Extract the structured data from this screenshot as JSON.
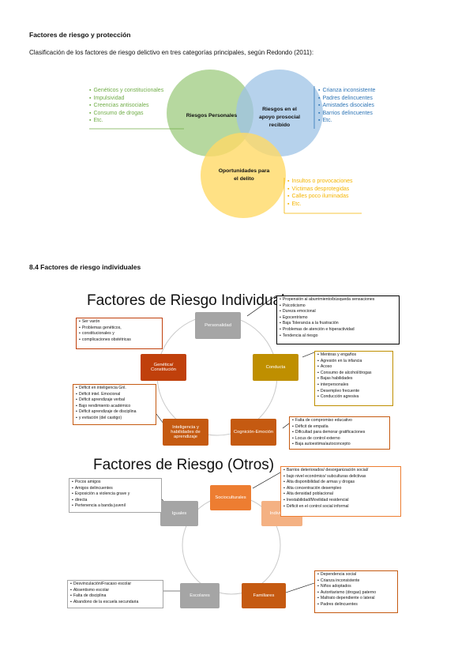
{
  "section1": {
    "heading": "Factores de riesgo y protección",
    "intro": "Clasificación de los factores de riesgo delictivo en tres categorías principales, según Redondo (2011):"
  },
  "venn": {
    "circles": [
      {
        "label": "Riesgos Personales",
        "color": "#a9d18e",
        "items": [
          "Genéticos y constitucionales",
          "Impulsividad",
          "Creencias antisociales",
          "Consumo de drogas",
          "Etc."
        ],
        "text_color": "#70ad47"
      },
      {
        "label": "Riesgos en el apoyo prosocial recibido",
        "color": "#9dc3e6",
        "items": [
          "Crianza inconsistente",
          "Padres delincuentes",
          "Amistades disociales",
          "Barrios delincuentes",
          "Etc."
        ],
        "text_color": "#2e75b6"
      },
      {
        "label": "Oportunidades para el delito",
        "color": "#ffd966",
        "items": [
          "Insultos o provocaciones",
          "Víctimas desprotegidas",
          "Calles poco iluminadas",
          "Etc."
        ],
        "text_color": "#f4b400"
      }
    ]
  },
  "section2": {
    "heading": "8.4 Factores de riesgo individuales"
  },
  "diagram1": {
    "title": "Factores de Riesgo Individuales",
    "nodes": {
      "personalidad": {
        "label": "Personalidad",
        "color": "#a5a5a5"
      },
      "conducta": {
        "label": "Conducta",
        "color": "#bf8f00"
      },
      "cognicion": {
        "label": "Cognición-Emoción",
        "color": "#c55a11"
      },
      "inteligencia": {
        "label": "Inteligencia y habilidades de aprendizaje",
        "color": "#c55a11"
      },
      "genetica": {
        "label": "Genética/ Constitución",
        "color": "#c0400b"
      }
    },
    "boxes": {
      "personalidad": [
        "Propensión al aburrimiento/búsqueda sensaciones",
        "Psicoticismo",
        "Dureza emocional",
        "Egocentrismo",
        "Baja Tolerancia a la frustración",
        "Problemas de atención e hiperactividad",
        "Tendencia al riesgo"
      ],
      "conducta": [
        "Mentiras y engaños",
        "Agresión en la infancia",
        "Acoso",
        "Consumo de alcohol/drogas",
        "Bajas habilidades",
        "interpersonales",
        "Desempleo frecuente",
        "Conducción agresiva"
      ],
      "cognicion": [
        "Falta de compromiso educativo",
        "Déficit de empatía",
        "Dificultad para demorar gratificaciones",
        "Locus de control externo",
        "Baja autoestima/autoconcepto"
      ],
      "inteligencia": [
        "Déficit en inteligencia Gnl.",
        "Déficit intel. Emocional",
        "Déficit aprendizaje verbal",
        "Bajo rendimiento académico",
        "Déficit aprendizaje de disciplina",
        "y evitación (del castigo)"
      ],
      "genetica": [
        "Ser varón",
        "Problemas genéticos,",
        "constitucionales y",
        "complicaciones obstétricas"
      ]
    }
  },
  "diagram2": {
    "title": "Factores de Riesgo (Otros)",
    "nodes": {
      "socioculturales": {
        "label": "Socioculturales",
        "color": "#ed7d31"
      },
      "individuales": {
        "label": "Individuales",
        "color": "#f4b183"
      },
      "familiares": {
        "label": "Familiares",
        "color": "#c55a11"
      },
      "escolares": {
        "label": "Escolares",
        "color": "#a5a5a5"
      },
      "iguales": {
        "label": "Iguales",
        "color": "#a5a5a5"
      }
    },
    "boxes": {
      "socioculturales": [
        "Barrios deteriorados/ desorganización social/",
        "bajo nivel económico/ subculturas delictivas",
        "Alta disponibilidad de armas y drogas",
        "Alta concentración desempleo",
        "Alta densidad poblacional",
        "Inestabilidad/Movilidad residencial",
        "Déficit en el control social informal"
      ],
      "iguales": [
        "Pocos amigos",
        "Amigos delincuentes",
        "Exposición a violencia grave y",
        "directa",
        "Pertenencia a banda juvenil"
      ],
      "escolares": [
        "Desvinculación/Fracaso escolar",
        "Absentismo escolar",
        "Falta de disciplina",
        "Abandono de la escuela secundaria"
      ],
      "familiares": [
        "Dependencia social",
        "Crianza inconsistente",
        "Niños adoptados",
        "Autoritarismo (drogas) paterno",
        "Maltrato dependiente o lateral",
        "Padres delincuentes"
      ]
    }
  }
}
